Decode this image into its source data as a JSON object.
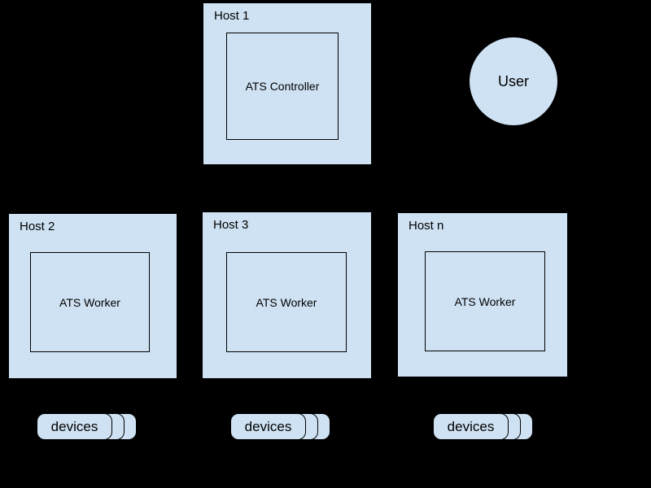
{
  "canvas": {
    "background_color": "#000000",
    "node_fill_color": "#cfe2f3",
    "node_border_color": "#000000",
    "text_color": "#000000"
  },
  "hosts": [
    {
      "label": "Host 1",
      "component": "ATS Controller"
    },
    {
      "label": "Host 2",
      "component": "ATS Worker"
    },
    {
      "label": "Host 3",
      "component": "ATS Worker"
    },
    {
      "label": "Host n",
      "component": "ATS Worker"
    }
  ],
  "actor": {
    "label": "User"
  },
  "device_stacks": [
    {
      "label": "devices"
    },
    {
      "label": "devices"
    },
    {
      "label": "devices"
    }
  ]
}
